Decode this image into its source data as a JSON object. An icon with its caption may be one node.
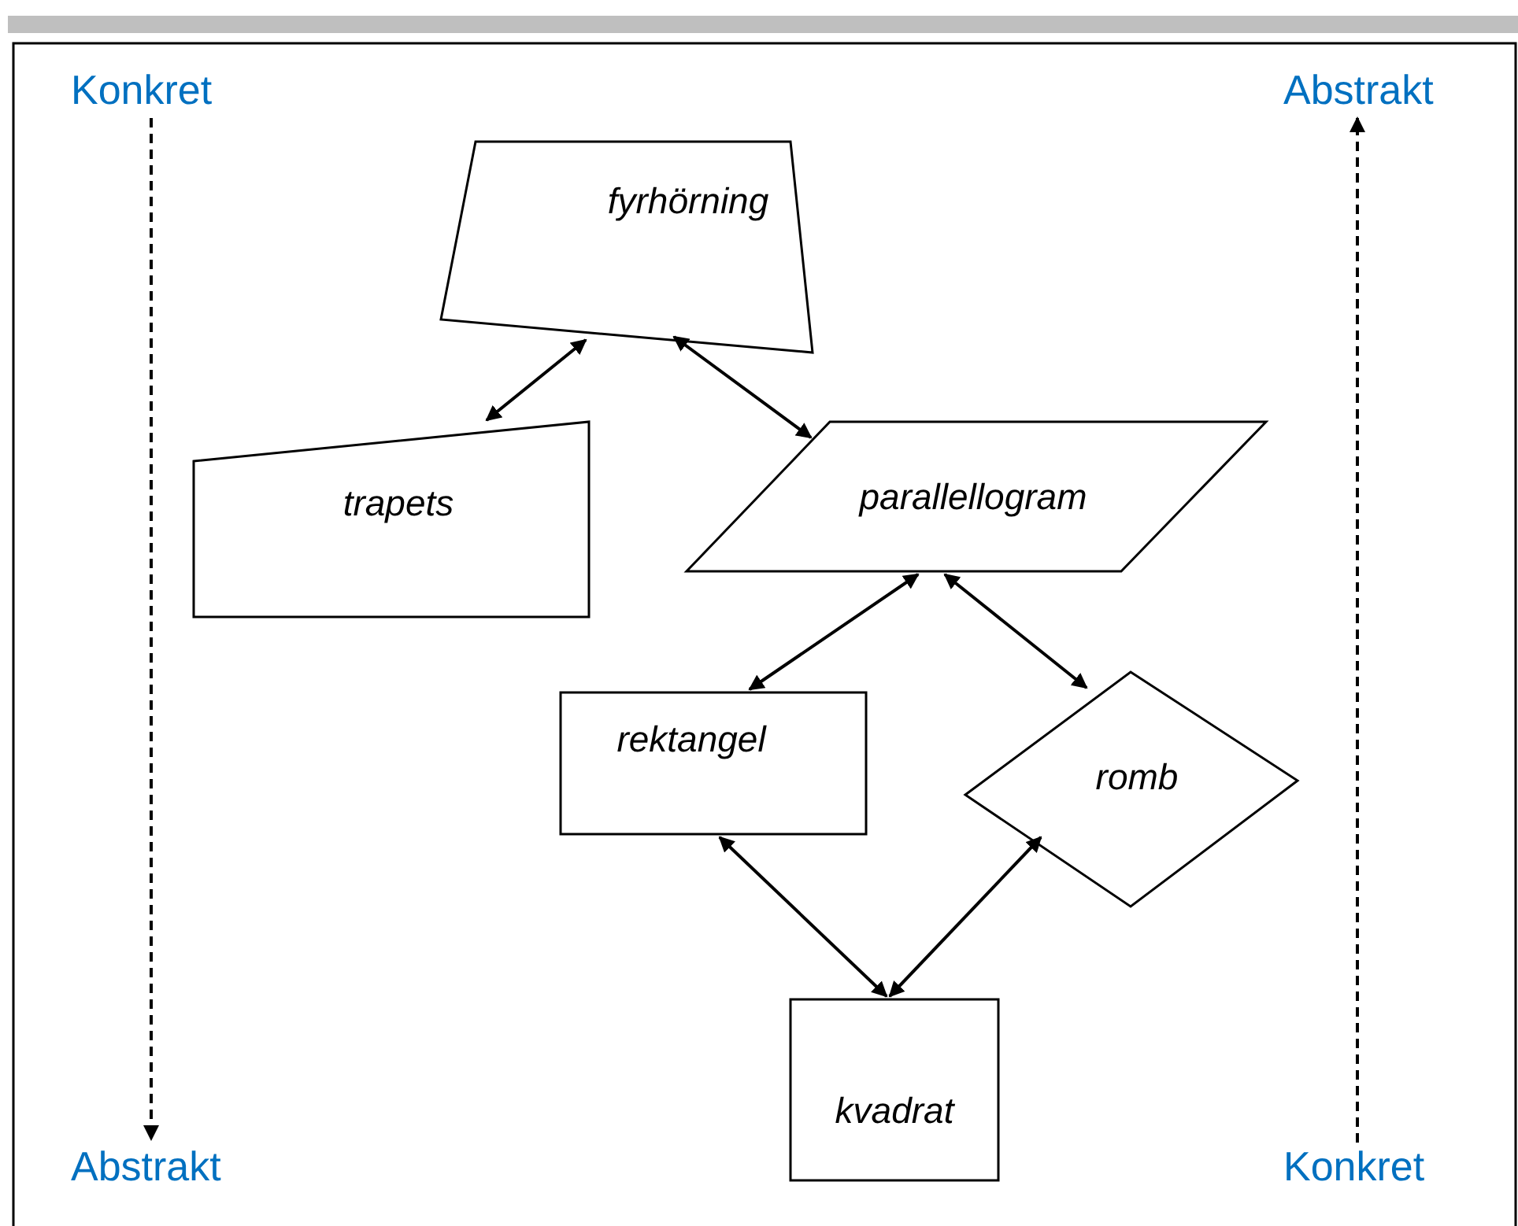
{
  "diagram": {
    "nodes": [
      {
        "text": [
          "Konkret"
        ]
      },
      {
        "text": [
          "Abstrakt"
        ]
      },
      {
        "text": [
          "Abstrakt"
        ]
      },
      {
        "text": [
          "Konkret"
        ]
      },
      {
        "text": [
          "fyrhörning"
        ]
      },
      {
        "text": [
          "trapets"
        ]
      },
      {
        "text": [
          "parallellogram"
        ]
      },
      {
        "text": [
          "rektangel"
        ]
      },
      {
        "text": [
          "romb"
        ]
      },
      {
        "text": [
          "kvadrat"
        ]
      }
    ],
    "edges": [
      {
        "from": 0,
        "to": 1,
        "arrow": "to",
        "style": "dashed"
      },
      {
        "from": 3,
        "to": 2,
        "arrow": "to",
        "style": "dashed"
      },
      {
        "from": 4,
        "to": 5,
        "arrow": "both"
      },
      {
        "from": 4,
        "to": 6,
        "arrow": "both"
      },
      {
        "from": 6,
        "to": 7,
        "arrow": "both"
      },
      {
        "from": 6,
        "to": 8,
        "arrow": "both"
      },
      {
        "from": 7,
        "to": 9,
        "arrow": "both"
      },
      {
        "from": 8,
        "to": 9,
        "arrow": "both"
      }
    ]
  }
}
